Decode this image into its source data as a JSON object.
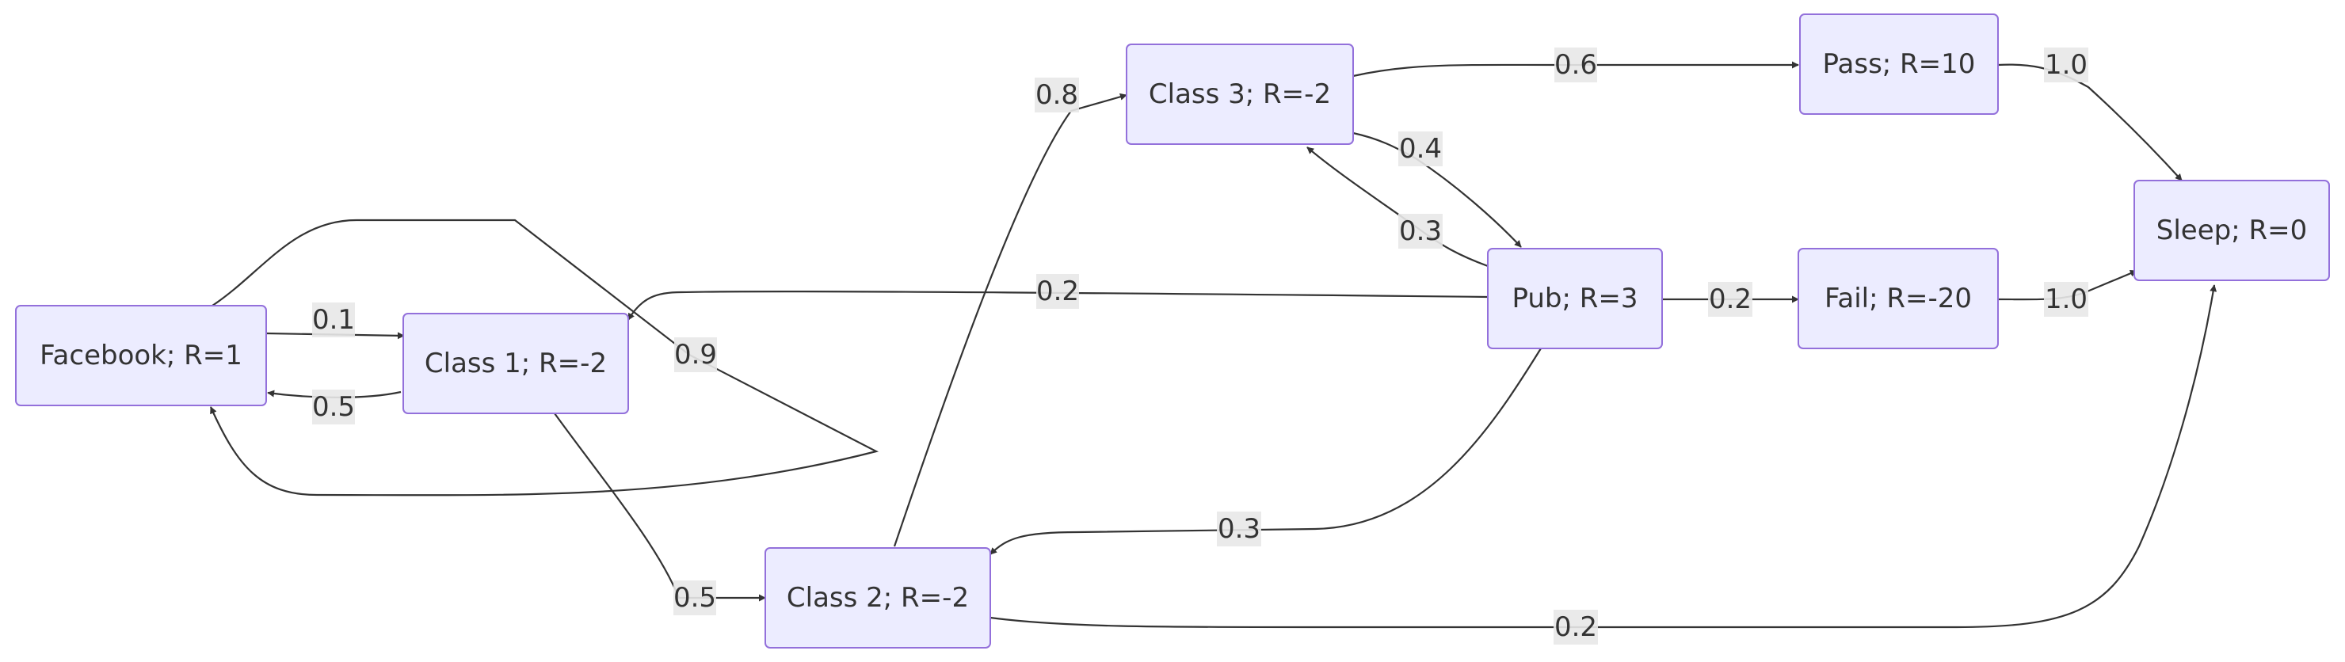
{
  "nodes": {
    "facebook": "Facebook; R=1",
    "class1": "Class 1; R=-2",
    "class2": "Class 2; R=-2",
    "class3": "Class 3; R=-2",
    "pub": "Pub; R=3",
    "pass": "Pass; R=10",
    "fail": "Fail; R=-20",
    "sleep": "Sleep; R=0"
  },
  "edges": {
    "facebook_to_class1": "0.1",
    "class1_to_facebook": "0.5",
    "facebook_self": "0.9",
    "class1_to_class2": "0.5",
    "class2_to_class3": "0.8",
    "class3_to_pass": "0.6",
    "class3_to_pub": "0.4",
    "pub_to_class3": "0.3",
    "pub_to_class1": "0.2",
    "pub_to_fail": "0.2",
    "pub_to_class2": "0.3",
    "class2_to_sleep": "0.2",
    "pass_to_sleep": "1.0",
    "fail_to_sleep": "1.0"
  }
}
